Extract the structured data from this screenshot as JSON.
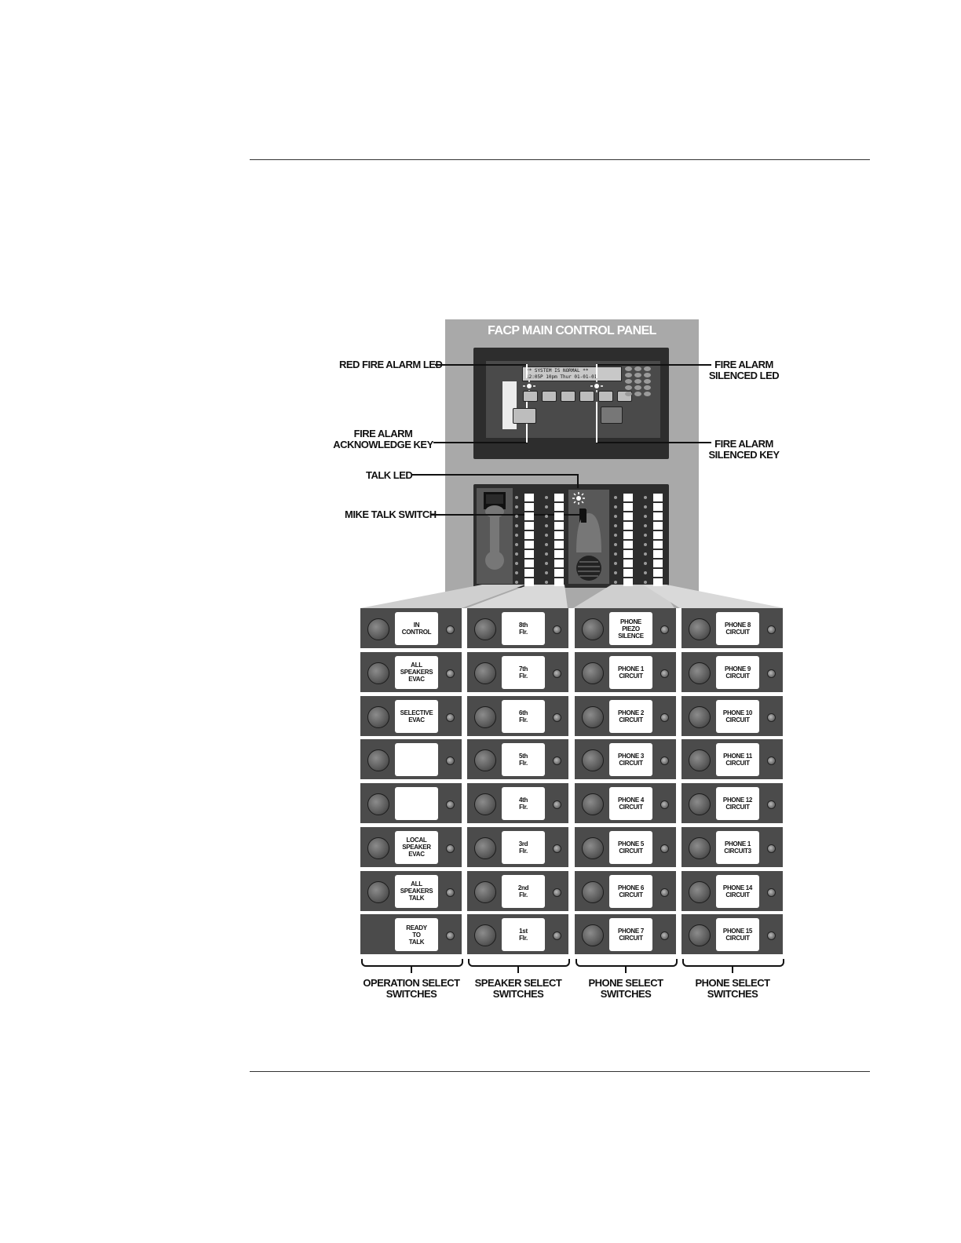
{
  "panel": {
    "title": "FACP MAIN CONTROL PANEL",
    "lcd_line1": "** SYSTEM IS NORMAL **",
    "lcd_line2": "12:05P 10pm  Thur  01-01-01"
  },
  "callouts": {
    "red_fire_alarm_led": "RED FIRE ALARM LED",
    "fire_alarm_silenced_led": "FIRE ALARM\nSILENCED LED",
    "fire_alarm_acknowledge_key": "FIRE ALARM\nACKNOWLEDGE KEY",
    "fire_alarm_silenced_key": "FIRE ALARM\nSILENCED KEY",
    "talk_led": "TALK LED",
    "mike_talk_switch": "MIKE TALK SWITCH"
  },
  "columns": [
    {
      "group": "OPERATION SELECT\nSWITCHES",
      "switches": [
        {
          "label": "IN\nCONTROL",
          "button": true
        },
        {
          "label": "ALL\nSPEAKERS\nEVAC",
          "button": true
        },
        {
          "label": "SELECTIVE\nEVAC",
          "button": true
        },
        {
          "label": "",
          "button": true
        },
        {
          "label": "",
          "button": true
        },
        {
          "label": "LOCAL\nSPEAKER\nEVAC",
          "button": true
        },
        {
          "label": "ALL\nSPEAKERS\nTALK",
          "button": true
        },
        {
          "label": "READY\nTO\nTALK",
          "button": false
        }
      ]
    },
    {
      "group": "SPEAKER SELECT\nSWITCHES",
      "switches": [
        {
          "label": "8th\nFlr.",
          "button": true
        },
        {
          "label": "7th\nFlr.",
          "button": true
        },
        {
          "label": "6th\nFlr.",
          "button": true
        },
        {
          "label": "5th\nFlr.",
          "button": true
        },
        {
          "label": "4th\nFlr.",
          "button": true
        },
        {
          "label": "3rd\nFlr.",
          "button": true
        },
        {
          "label": "2nd\nFlr.",
          "button": true
        },
        {
          "label": "1st\nFlr.",
          "button": true
        }
      ]
    },
    {
      "group": "PHONE SELECT\nSWITCHES",
      "switches": [
        {
          "label": "PHONE\nPIEZO\nSILENCE",
          "button": true
        },
        {
          "label": "PHONE 1\nCIRCUIT",
          "button": true
        },
        {
          "label": "PHONE 2\nCIRCUIT",
          "button": true
        },
        {
          "label": "PHONE 3\nCIRCUIT",
          "button": true
        },
        {
          "label": "PHONE 4\nCIRCUIT",
          "button": true
        },
        {
          "label": "PHONE 5\nCIRCUIT",
          "button": true
        },
        {
          "label": "PHONE 6\nCIRCUIT",
          "button": true
        },
        {
          "label": "PHONE 7\nCIRCUIT",
          "button": true
        }
      ]
    },
    {
      "group": "PHONE SELECT\nSWITCHES",
      "switches": [
        {
          "label": "PHONE 8\nCIRCUIT",
          "button": true
        },
        {
          "label": "PHONE 9\nCIRCUIT",
          "button": true
        },
        {
          "label": "PHONE 10\nCIRCUIT",
          "button": true
        },
        {
          "label": "PHONE 11\nCIRCUIT",
          "button": true
        },
        {
          "label": "PHONE 12\nCIRCUIT",
          "button": true
        },
        {
          "label": "PHONE 1\nCIRCUIT3",
          "button": true
        },
        {
          "label": "PHONE 14\nCIRCUIT",
          "button": true
        },
        {
          "label": "PHONE 15\nCIRCUIT",
          "button": true
        }
      ]
    }
  ],
  "colors": {
    "panel_gray": "#a9a9a9",
    "switch_row": "#4b4b4b",
    "dark_housing": "#2d2d2d"
  }
}
